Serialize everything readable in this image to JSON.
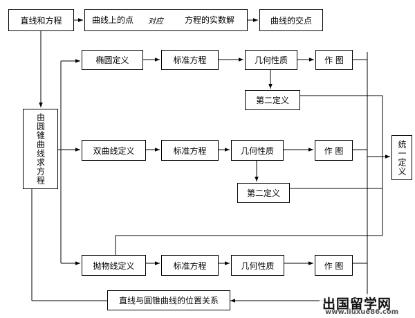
{
  "diagram": {
    "top_row": {
      "line_and_equation": "直线和方程",
      "points_on_curve": "曲线上的点",
      "correspond": "对应",
      "real_solutions": "方程的实数解",
      "intersection": "曲线的交点"
    },
    "side": {
      "find_conic_equation": "由圆锥曲线求方程",
      "unified_definition": "统一定义"
    },
    "ellipse_row": {
      "definition": "椭圆定义",
      "standard_equation": "标准方程",
      "properties": "几何性质",
      "drawing": "作 图",
      "second_definition": "第二定义"
    },
    "hyperbola_row": {
      "definition": "双曲线定义",
      "standard_equation": "标准方程",
      "properties": "几何性质",
      "drawing": "作 图",
      "second_definition": "第二定义"
    },
    "parabola_row": {
      "definition": "抛物线定义",
      "standard_equation": "标准方程",
      "properties": "几何性质",
      "drawing": "作 图"
    },
    "bottom": {
      "position_relation": "直线与圆锥曲线的位置关系"
    }
  },
  "watermark": {
    "site_name": "出国留学网",
    "url": "www.liuxue86.com"
  }
}
